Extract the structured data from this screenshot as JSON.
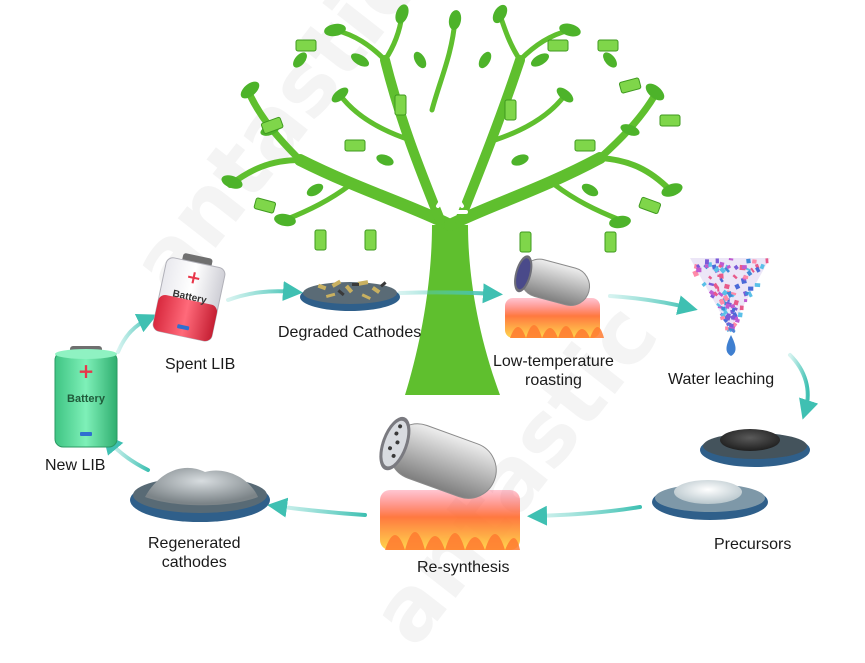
{
  "watermark": {
    "text_1": "antastic",
    "text_2": "antastic"
  },
  "tree": {
    "center_symbol": "recycle-icon"
  },
  "battery_text": {
    "new": "Battery",
    "spent": "Battery"
  },
  "steps": {
    "new_lib": "New LIB",
    "spent_lib": "Spent LIB",
    "degraded_cathodes": "Degraded Cathodes",
    "low_temp_line1": "Low-temperature",
    "low_temp_line2": "roasting",
    "water_leaching": "Water leaching",
    "precursors": "Precursors",
    "re_synthesis": "Re-synthesis",
    "regenerated_line1": "Regenerated",
    "regenerated_line2": "cathodes"
  },
  "colors": {
    "tree_green": "#5fbf2e",
    "leaf_green": "#4db32a",
    "arrow_teal": "#5fd0c4",
    "battery_green": "#57d89a",
    "battery_red": "#e8364a",
    "fire_orange": "#ff6a2a",
    "dish_blue": "#2f5f8a"
  }
}
